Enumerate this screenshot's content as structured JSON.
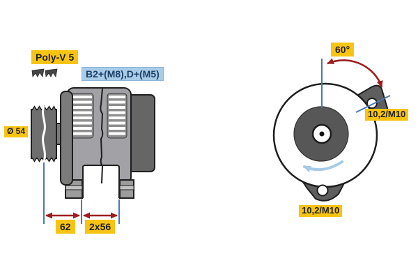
{
  "side_view": {
    "belt_label": "Poly-V 5",
    "terminals_label": "B2+(M8),D+(M5)",
    "pulley_diameter": "Ø 54",
    "dim_pulley_to_mount": "62",
    "dim_mount_spacing": "2x56"
  },
  "front_view": {
    "angle": "60°",
    "upper_mount": "10,2/M10",
    "lower_mount": "10,2/M10"
  },
  "colors": {
    "background": "#ffffff",
    "label_bg": "#f7c413",
    "label_text": "#1f1f1f",
    "terminal_bg": "#a9cce9",
    "terminal_text": "#1e3f66",
    "dimension_line": "#4a78b0",
    "arrow_red": "#9b1e1e",
    "rotation_arrow": "#a6cbe8",
    "body_light": "#a2a2a6",
    "body_mid": "#7b7b7b",
    "body_dark": "#666666",
    "outline": "#1e1e1e"
  }
}
